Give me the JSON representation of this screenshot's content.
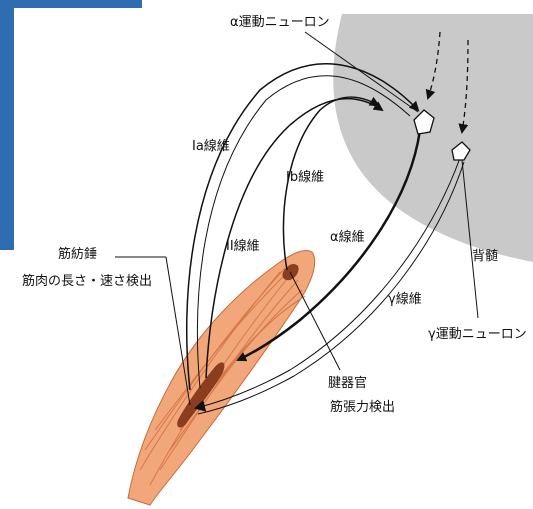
{
  "colors": {
    "frame": "#2e6db2",
    "spinal_cord": "#c9c9c9",
    "muscle": "#f1a779",
    "muscle_stripe": "#d6774a",
    "spindle": "#8a3d1f",
    "line": "#111111"
  },
  "labels": {
    "alpha_motor_neuron": "α運動ニューロン",
    "ia_fiber": "Ia線維",
    "ib_fiber": "Ib線維",
    "ii_fiber": "II線維",
    "alpha_fiber": "α線維",
    "spindle_name": "筋紡錘",
    "spindle_desc": "筋肉の長さ・速さ検出",
    "tendon_organ_name": "腱器官",
    "tendon_organ_desc": "筋張力検出",
    "spinal_cord": "背髄",
    "gamma_fiber": "γ線維",
    "gamma_motor_neuron": "γ運動ニューロン"
  }
}
